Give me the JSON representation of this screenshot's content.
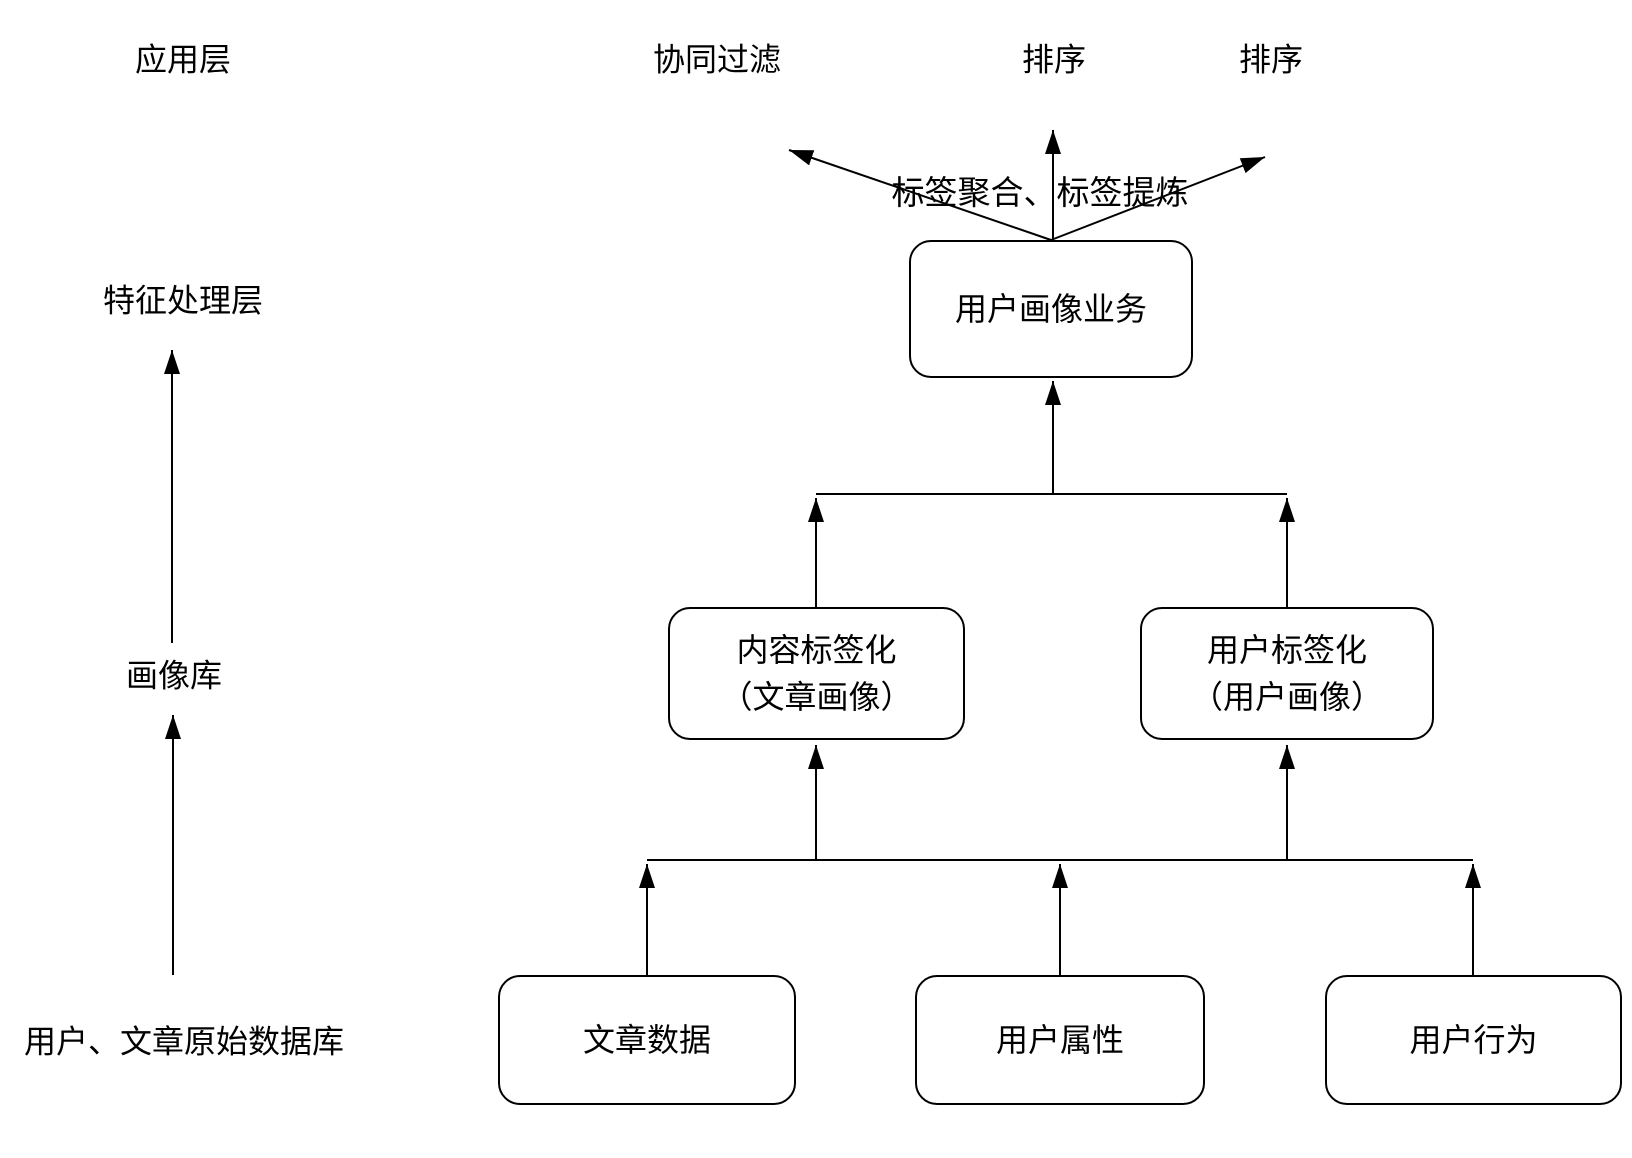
{
  "layers": {
    "application": "应用层",
    "feature_processing": "特征处理层",
    "profile_store": "画像库",
    "raw_database": "用户、文章原始数据库"
  },
  "outputs": {
    "collaborative_filtering": "协同过滤",
    "ranking_1": "排序",
    "ranking_2": "排序"
  },
  "annotation": "标签聚合、标签提炼",
  "nodes": {
    "profile_service": "用户画像业务",
    "content_tagging": {
      "line1": "内容标签化",
      "line2": "（文章画像）"
    },
    "user_tagging": {
      "line1": "用户标签化",
      "line2": "（用户画像）"
    },
    "article_data": "文章数据",
    "user_attributes": "用户属性",
    "user_behavior": "用户行为"
  }
}
